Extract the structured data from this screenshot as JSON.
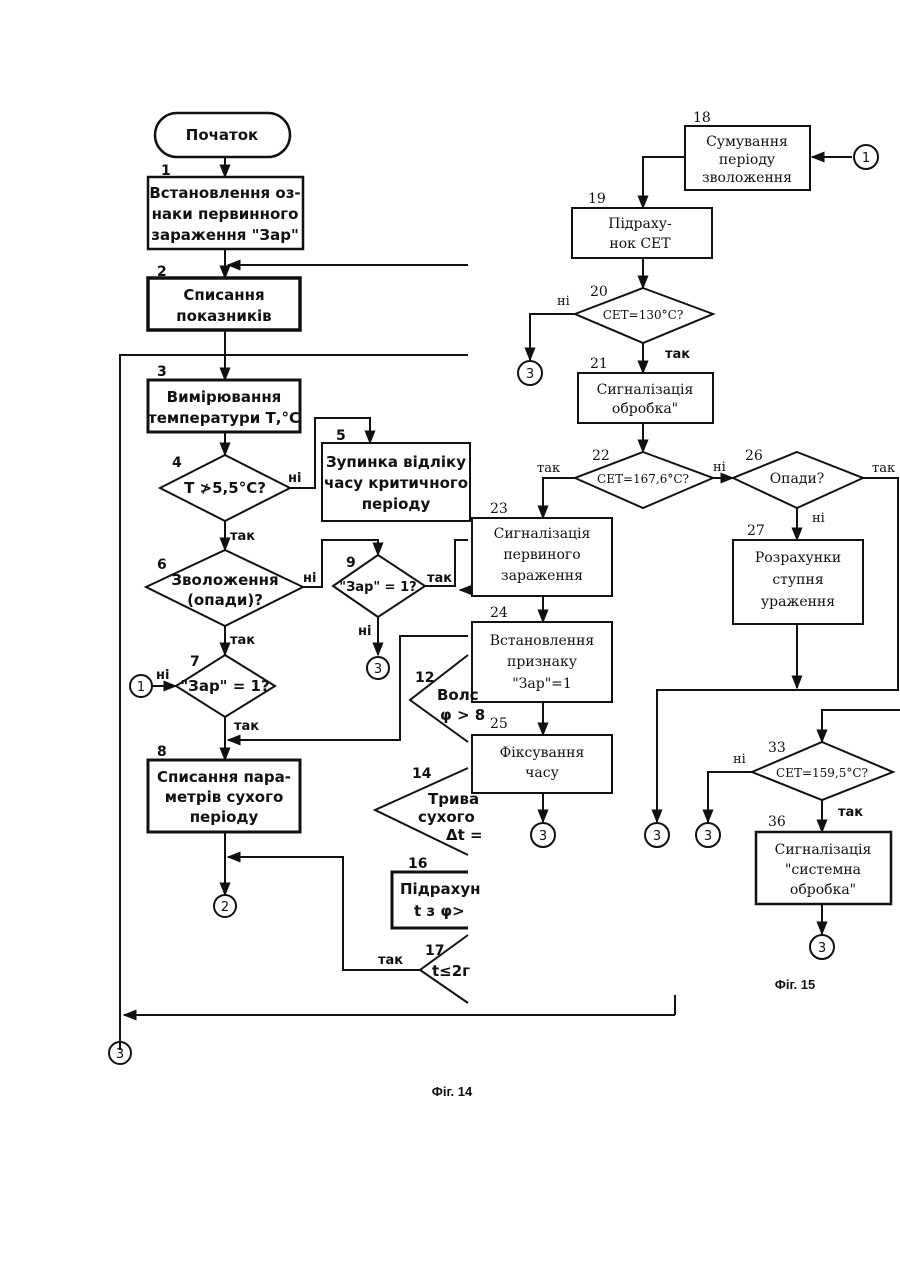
{
  "fig14": {
    "start": "Початок",
    "b1": {
      "num": "1",
      "lines": [
        "Встановлення оз-",
        "наки первинного",
        "зараження \"Зар\""
      ]
    },
    "b2": {
      "num": "2",
      "lines": [
        "Списання",
        "показників"
      ]
    },
    "b3": {
      "num": "3",
      "lines": [
        "Вимірювання",
        "температури Т,°С"
      ]
    },
    "d4": {
      "num": "4",
      "text": "Т ≯5,5°С?"
    },
    "b5": {
      "num": "5",
      "lines": [
        "Зупинка відліку",
        "часу критичного",
        "періоду"
      ]
    },
    "d6": {
      "num": "6",
      "lines": [
        "Зволоження",
        "(опади)?"
      ]
    },
    "d7": {
      "num": "7",
      "text": "\"Зар\" = 1?"
    },
    "b8": {
      "num": "8",
      "lines": [
        "Списання пара-",
        "метрів сухого",
        "періоду"
      ]
    },
    "d9": {
      "num": "9",
      "text": "\"Зар\" = 1?"
    },
    "d12": {
      "num": "12",
      "lines": [
        "Волс",
        "φ > 8"
      ]
    },
    "d14": {
      "num": "14",
      "lines": [
        "Трива",
        "сухого",
        "Δt ="
      ]
    },
    "b16": {
      "num": "16",
      "lines": [
        "Підрахун",
        "t з φ>"
      ]
    },
    "d17": {
      "num": "17",
      "text": "t≤2г"
    },
    "labels": {
      "yes": "так",
      "no": "ні"
    },
    "connectors": {
      "c1": "1",
      "c2": "2",
      "c3": "3"
    },
    "caption": "Фіг. 14"
  },
  "fig15": {
    "b18": {
      "num": "18",
      "lines": [
        "Сумування",
        "періоду",
        "зволоження"
      ]
    },
    "b19": {
      "num": "19",
      "lines": [
        "Підраху-",
        "нок СЕТ"
      ]
    },
    "d20": {
      "num": "20",
      "text": "СЕТ=130°С?"
    },
    "b21": {
      "num": "21",
      "lines": [
        "Сигналізація",
        "обробка\""
      ]
    },
    "d22": {
      "num": "22",
      "text": "СЕТ=167,6°С?"
    },
    "b23": {
      "num": "23",
      "lines": [
        "Сигналізація",
        "первиного",
        "зараження"
      ]
    },
    "b24": {
      "num": "24",
      "lines": [
        "Встановлення",
        "признаку",
        "\"Зар\"=1"
      ]
    },
    "b25": {
      "num": "25",
      "lines": [
        "Фіксування",
        "часу"
      ]
    },
    "d26": {
      "num": "26",
      "text": "Опади?"
    },
    "b27": {
      "num": "27",
      "lines": [
        "Розрахунки",
        "ступня",
        "ураження"
      ]
    },
    "d33": {
      "num": "33",
      "text": "СЕТ=159,5°С?"
    },
    "b36": {
      "num": "36",
      "lines": [
        "Сигналізація",
        "\"системна",
        "обробка\""
      ]
    },
    "labels": {
      "yes": "так",
      "no": "ні"
    },
    "connectors": {
      "c1": "1",
      "c3": "3"
    },
    "caption": "Фіг. 15"
  }
}
